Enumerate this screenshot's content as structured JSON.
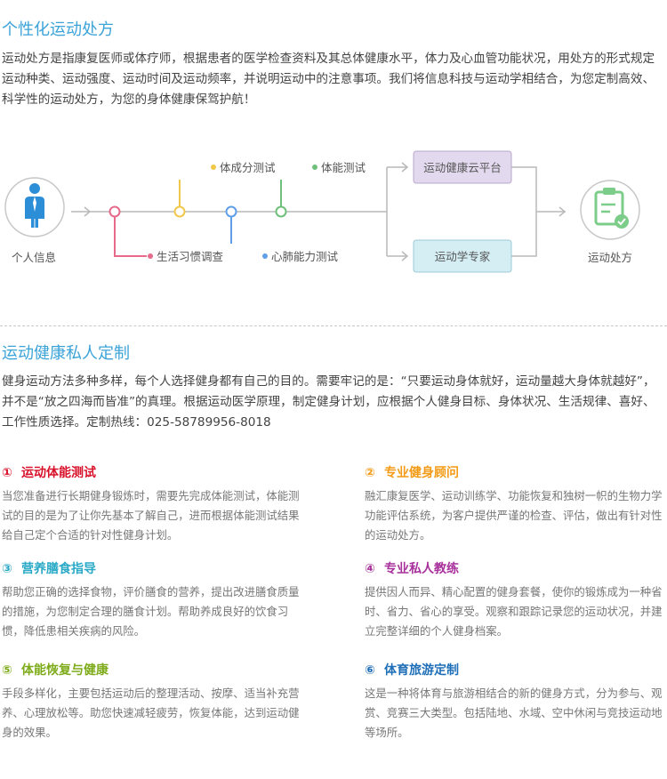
{
  "section1": {
    "title": "个性化运动处方",
    "paragraph": "运动处方是指康复医师或体疗师，根据患者的医学检查资料及其总体健康水平，体力及心血管功能状况，用处方的形式规定运动种类、运动强度、运动时间及运动频率，并说明运动中的注意事项。我们将信息科技与运动学相结合，为您定制高效、科学性的运动处方，为您的身体健康保驾护航！"
  },
  "flow": {
    "start_label": "个人信息",
    "nodes": {
      "lifestyle": "生活习惯调查",
      "body_composition": "体成分测试",
      "cardio": "心肺能力测试",
      "fitness": "体能测试"
    },
    "platform_label": "运动健康云平台",
    "expert_label": "运动学专家",
    "end_label": "运动处方",
    "colors": {
      "line": "#b9b9b9",
      "node_red": "#e86a8a",
      "node_yellow": "#f2c84b",
      "node_blue": "#5f9fe8",
      "node_green": "#6fc07a",
      "platform_fill": "#e2d9ee",
      "expert_fill": "#d4eef4",
      "icon_blue": "#2d8ed8",
      "icon_green": "#7ccc8a"
    }
  },
  "section2": {
    "title": "运动健康私人定制",
    "paragraph": "健身运动方法多种多样，每个人选择健身都有自己的目的。需要牢记的是：“只要运动身体就好，运动量越大身体就越好”，并不是“放之四海而皆准”的真理。根据运动医学原理，制定健身计划，应根据个人健身目标、身体状况、生活规律、喜好、工作性质选择。定制热线：025-58789956-8018"
  },
  "services": [
    {
      "num": "①",
      "title": "运动体能测试",
      "color": "#d8122b",
      "text": "当您准备进行长期健身锻炼时，需要先完成体能测试，体能测试的目的是为了让你先基本了解自己，进而根据体能测试结果给自己定个合适的针对性健身计划。"
    },
    {
      "num": "②",
      "title": "专业健身顾问",
      "color": "#f39b16",
      "text": "融汇康复医学、运动训练学、功能恢复和独树一帜的生物力学功能评估系统，为客户提供严谨的检查、评估，做出有针对性的运动处方。"
    },
    {
      "num": "③",
      "title": "营养膳食指导",
      "color": "#29a9c6",
      "text": "帮助您正确的选择食物，评价膳食的营养，提出改进膳食质量的措施，为您制定合理的膳食计划。帮助养成良好的饮食习惯，降低患相关疾病的风险。"
    },
    {
      "num": "④",
      "title": "专业私人教练",
      "color": "#a8319c",
      "text": "提供因人而异、精心配置的健身套餐，使你的锻炼成为一种省时、省力、省心的享受。观察和跟踪记录您的运动状况，并建立完整详细的个人健身档案。"
    },
    {
      "num": "⑤",
      "title": "体能恢复与健康",
      "color": "#7dab1a",
      "text": "手段多样化，主要包括运动后的整理活动、按摩、适当补充营养、心理放松等。助您快速减轻疲劳，恢复体能，达到运动健身的效果。"
    },
    {
      "num": "⑥",
      "title": "体育旅游定制",
      "color": "#1f6fb8",
      "text": "这是一种将体育与旅游相结合的新的健身方式，分为参与、观赏、竞赛三大类型。包括陆地、水域、空中休闲与竞技运动地等场所。"
    }
  ]
}
